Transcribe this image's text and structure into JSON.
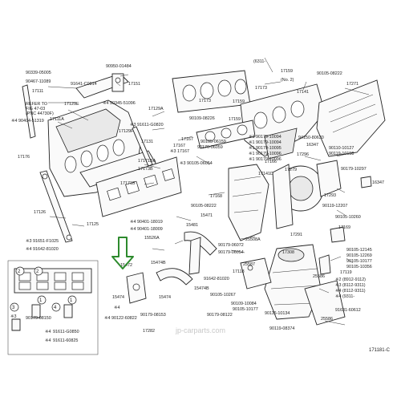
{
  "diagram": {
    "watermark": "jp-carparts.com",
    "figure_code": "171181-C",
    "labels_left": [
      {
        "id": "l1",
        "text": "90339-05005"
      },
      {
        "id": "l2",
        "text": "90467-11089"
      },
      {
        "id": "l3",
        "text": "17111"
      },
      {
        "id": "l4",
        "text": "REFER TO"
      },
      {
        "id": "l5",
        "text": "FIG 47-03"
      },
      {
        "id": "l6",
        "text": "(PNC 44730F)"
      },
      {
        "id": "l7",
        "text": "※4 90404-51319"
      },
      {
        "id": "l8",
        "text": "17129E"
      },
      {
        "id": "l9",
        "text": "17111A"
      },
      {
        "id": "l10",
        "text": "17176"
      },
      {
        "id": "l11",
        "text": "17171B"
      },
      {
        "id": "l12",
        "text": "17126"
      },
      {
        "id": "l13",
        "text": "17125"
      },
      {
        "id": "l14",
        "text": "※3 91651-F1025"
      },
      {
        "id": "l15",
        "text": "※4 91642-81020"
      }
    ],
    "labels_top_mid": [
      {
        "id": "m1",
        "text": "90950-01484"
      },
      {
        "id": "m2",
        "text": "91641-C0814"
      },
      {
        "id": "m3",
        "text": "17151"
      },
      {
        "id": "m4",
        "text": "※4 90345-51096"
      },
      {
        "id": "m5",
        "text": "17129A"
      },
      {
        "id": "m6",
        "text": "※3 91611-G0820"
      },
      {
        "id": "m7",
        "text": "17129F"
      },
      {
        "id": "m8",
        "text": "17131"
      },
      {
        "id": "m9",
        "text": "17171BA"
      },
      {
        "id": "m10",
        "text": "17173B"
      }
    ],
    "labels_center": [
      {
        "id": "c1",
        "text": "※4 90401-18019"
      },
      {
        "id": "c2",
        "text": "※4 90401-18009"
      },
      {
        "id": "c3",
        "text": "15526A"
      },
      {
        "id": "c4",
        "text": "15481"
      },
      {
        "id": "c5",
        "text": "15471"
      },
      {
        "id": "c6",
        "text": "15472"
      },
      {
        "id": "c7",
        "text": "15474B"
      },
      {
        "id": "c8",
        "text": "15474B"
      },
      {
        "id": "c9",
        "text": "15474"
      },
      {
        "id": "c10",
        "text": "15474"
      },
      {
        "id": "c11",
        "text": "※4 90122-60822"
      },
      {
        "id": "c12",
        "text": "※4"
      },
      {
        "id": "c13",
        "text": "17168"
      },
      {
        "id": "c14",
        "text": "90105-08222"
      },
      {
        "id": "c15",
        "text": "90179-06072"
      },
      {
        "id": "c16",
        "text": "90179-06054"
      },
      {
        "id": "c17",
        "text": "17118"
      },
      {
        "id": "c18",
        "text": "91642-81020"
      },
      {
        "id": "c19",
        "text": "17167"
      },
      {
        "id": "c20",
        "text": "90105-10267"
      },
      {
        "id": "c21",
        "text": "90105-10177"
      },
      {
        "id": "c22",
        "text": "90179-08153"
      },
      {
        "id": "c23",
        "text": "90179-08122"
      },
      {
        "id": "c24",
        "text": "17282"
      },
      {
        "id": "c25",
        "text": "90105-06159"
      },
      {
        "id": "c26",
        "text": "90176-06059"
      },
      {
        "id": "c27",
        "text": "※3 90105-06054"
      },
      {
        "id": "c28",
        "text": "※3 17167"
      },
      {
        "id": "c29",
        "text": "90109-08226"
      }
    ],
    "labels_right": [
      {
        "id": "r1",
        "text": "(6311-"
      },
      {
        "id": "r2",
        "text": "17159"
      },
      {
        "id": "r3",
        "text": "(No. 2)"
      },
      {
        "id": "r4",
        "text": "17173"
      },
      {
        "id": "r5",
        "text": "17159"
      },
      {
        "id": "r6",
        "text": "17141"
      },
      {
        "id": "r7",
        "text": "17173"
      },
      {
        "id": "r8",
        "text": "17159"
      },
      {
        "id": "r9",
        "text": "90105-08222"
      },
      {
        "id": "r10",
        "text": "17271"
      },
      {
        "id": "r11",
        "text": "※1 90179-10094"
      },
      {
        "id": "r12",
        "text": "※1 90179-10094"
      },
      {
        "id": "r13",
        "text": "※1 90179-10095"
      },
      {
        "id": "r14",
        "text": "※1 90179-10096"
      },
      {
        "id": "r15",
        "text": "※1 90179-10096"
      },
      {
        "id": "r16",
        "text": "94150-80630"
      },
      {
        "id": "r17",
        "text": "16347"
      },
      {
        "id": "r18",
        "text": "90110-10127"
      },
      {
        "id": "r19",
        "text": "90119-10158"
      },
      {
        "id": "r20",
        "text": "90179-10297"
      },
      {
        "id": "r21",
        "text": "17296"
      },
      {
        "id": "r22",
        "text": "17166"
      },
      {
        "id": "r23",
        "text": "17141D"
      },
      {
        "id": "r24",
        "text": "17279"
      },
      {
        "id": "r25",
        "text": "16347"
      },
      {
        "id": "r26",
        "text": "17293"
      },
      {
        "id": "r27",
        "text": "90119-12207"
      },
      {
        "id": "r28",
        "text": "90105-10260"
      },
      {
        "id": "r29",
        "text": "17169"
      },
      {
        "id": "r30",
        "text": "25508A"
      },
      {
        "id": "r31",
        "text": "17291"
      },
      {
        "id": "r32",
        "text": "90105-12145"
      },
      {
        "id": "r33",
        "text": "90105-12269"
      },
      {
        "id": "r34",
        "text": "90105-10177"
      },
      {
        "id": "r35",
        "text": "90105-10356"
      },
      {
        "id": "r36",
        "text": "17119"
      },
      {
        "id": "r37",
        "text": "※2 (8912-9112)"
      },
      {
        "id": "r38",
        "text": "※3 (8112-9311)"
      },
      {
        "id": "r39",
        "text": "※4 (8112-9311)"
      },
      {
        "id": "r40",
        "text": "※4 (9311-"
      },
      {
        "id": "r41",
        "text": "25587"
      },
      {
        "id": "r42",
        "text": "25586"
      },
      {
        "id": "r43",
        "text": "91631-60612"
      },
      {
        "id": "r44",
        "text": "25586"
      },
      {
        "id": "r45",
        "text": "90119-08374"
      },
      {
        "id": "r46",
        "text": "90116-10134"
      },
      {
        "id": "r47",
        "text": "17308"
      },
      {
        "id": "r48",
        "text": "90109-10084"
      },
      {
        "id": "r49",
        "text": "17167"
      }
    ],
    "inset": {
      "numbers": [
        "2",
        "2",
        "1",
        "1",
        "3",
        "4"
      ],
      "codes": [
        "90179-08150",
        "91611-G0850",
        "91611-60825"
      ],
      "marks": [
        "※3",
        "※4",
        "※4"
      ]
    }
  },
  "colors": {
    "arrow": "#2d8a2d",
    "ink": "#222222"
  }
}
